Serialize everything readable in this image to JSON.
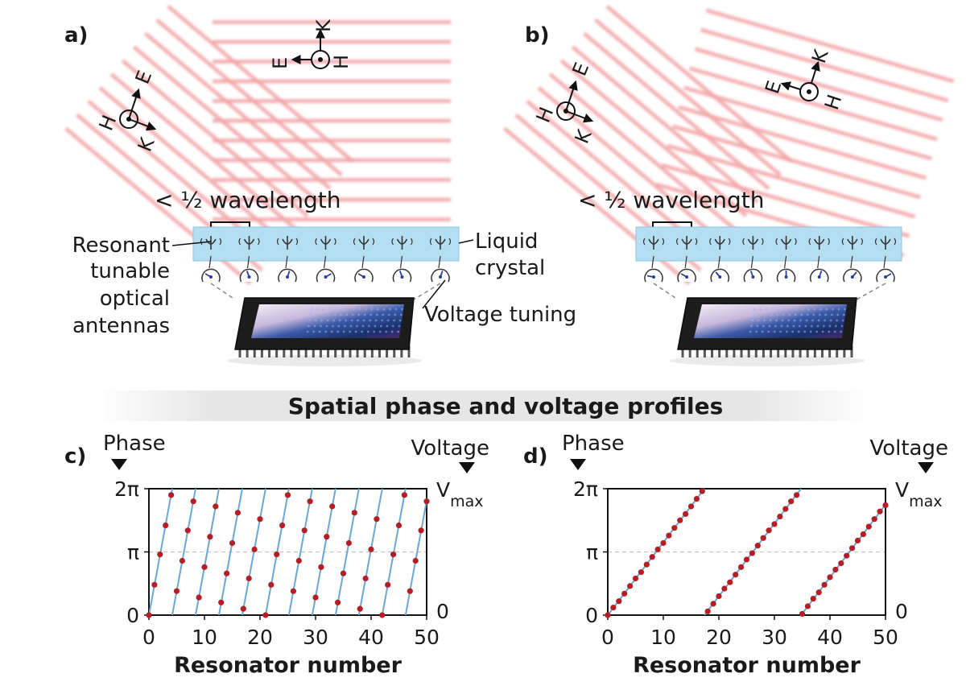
{
  "panels": {
    "a": {
      "label": "a)",
      "wavelength_label": "< ½ wavelength",
      "antenna_label": [
        "Resonant",
        "tunable",
        "optical",
        "antennas"
      ],
      "crystal_label": [
        "Liquid",
        "crystal"
      ],
      "voltage_label": "Voltage tuning",
      "vectors": {
        "e": "E",
        "h": "H",
        "k": "K"
      },
      "antenna_count": 7,
      "chip_pin_count": 24
    },
    "b": {
      "label": "b)",
      "wavelength_label": "< ½ wavelength",
      "vectors": {
        "e": "E",
        "h": "H",
        "k": "K"
      },
      "antenna_count": 8,
      "chip_pin_count": 24
    }
  },
  "banner": {
    "title": "Spatial phase and voltage profiles"
  },
  "colors": {
    "beam": "#f2a5a8",
    "crystal": "#b5def2",
    "line": "#6aa7d6",
    "dot": "#b51e24",
    "grid": "#c4c4c4"
  },
  "chart_data": [
    {
      "type": "line",
      "panel_label": "c)",
      "left_axis_title": "Phase",
      "right_axis_title": "Voltage",
      "xlabel": "Resonator number",
      "x_ticks": [
        0,
        10,
        20,
        30,
        40,
        50
      ],
      "y_ticks": [
        "0",
        "π",
        "2π"
      ],
      "right_ticks": [
        "0",
        "Vmax"
      ],
      "right_max_base": "V",
      "right_max_sub": "max",
      "xlim": [
        0,
        50
      ],
      "ylim_fraction_of_2pi": [
        0,
        1
      ],
      "grid_y": true,
      "period": 4.2,
      "points": [
        {
          "x": 0,
          "y": 0.0
        },
        {
          "x": 1,
          "y": 0.24
        },
        {
          "x": 2,
          "y": 0.48
        },
        {
          "x": 3,
          "y": 0.71
        },
        {
          "x": 4,
          "y": 0.95
        },
        {
          "x": 5,
          "y": 0.19
        },
        {
          "x": 6,
          "y": 0.43
        },
        {
          "x": 7,
          "y": 0.67
        },
        {
          "x": 8,
          "y": 0.9
        },
        {
          "x": 9,
          "y": 0.14
        },
        {
          "x": 10,
          "y": 0.38
        },
        {
          "x": 11,
          "y": 0.62
        },
        {
          "x": 12,
          "y": 0.86
        },
        {
          "x": 13,
          "y": 0.1
        },
        {
          "x": 14,
          "y": 0.33
        },
        {
          "x": 15,
          "y": 0.57
        },
        {
          "x": 16,
          "y": 0.81
        },
        {
          "x": 17,
          "y": 0.05
        },
        {
          "x": 18,
          "y": 0.29
        },
        {
          "x": 19,
          "y": 0.52
        },
        {
          "x": 20,
          "y": 0.76
        },
        {
          "x": 21,
          "y": 0.0
        },
        {
          "x": 22,
          "y": 0.24
        },
        {
          "x": 23,
          "y": 0.48
        },
        {
          "x": 24,
          "y": 0.71
        },
        {
          "x": 25,
          "y": 0.95
        },
        {
          "x": 26,
          "y": 0.19
        },
        {
          "x": 27,
          "y": 0.43
        },
        {
          "x": 28,
          "y": 0.67
        },
        {
          "x": 29,
          "y": 0.9
        },
        {
          "x": 30,
          "y": 0.14
        },
        {
          "x": 31,
          "y": 0.38
        },
        {
          "x": 32,
          "y": 0.62
        },
        {
          "x": 33,
          "y": 0.86
        },
        {
          "x": 34,
          "y": 0.1
        },
        {
          "x": 35,
          "y": 0.33
        },
        {
          "x": 36,
          "y": 0.57
        },
        {
          "x": 37,
          "y": 0.81
        },
        {
          "x": 38,
          "y": 0.05
        },
        {
          "x": 39,
          "y": 0.29
        },
        {
          "x": 40,
          "y": 0.52
        },
        {
          "x": 41,
          "y": 0.76
        },
        {
          "x": 42,
          "y": 0.0
        },
        {
          "x": 43,
          "y": 0.24
        },
        {
          "x": 44,
          "y": 0.48
        },
        {
          "x": 45,
          "y": 0.71
        },
        {
          "x": 46,
          "y": 0.95
        },
        {
          "x": 47,
          "y": 0.19
        },
        {
          "x": 48,
          "y": 0.43
        },
        {
          "x": 49,
          "y": 0.67
        },
        {
          "x": 50,
          "y": 0.9
        }
      ]
    },
    {
      "type": "line",
      "panel_label": "d)",
      "left_axis_title": "Phase",
      "right_axis_title": "Voltage",
      "xlabel": "Resonator number",
      "x_ticks": [
        0,
        10,
        20,
        30,
        40,
        50
      ],
      "y_ticks": [
        "0",
        "π",
        "2π"
      ],
      "right_ticks": [
        "0",
        "Vmax"
      ],
      "right_max_base": "V",
      "right_max_sub": "max",
      "xlim": [
        0,
        50
      ],
      "ylim_fraction_of_2pi": [
        0,
        1
      ],
      "grid_y": true,
      "period": 17.4,
      "points": [
        {
          "x": 0,
          "y": 0.0
        },
        {
          "x": 1,
          "y": 0.06
        },
        {
          "x": 2,
          "y": 0.11
        },
        {
          "x": 3,
          "y": 0.17
        },
        {
          "x": 4,
          "y": 0.23
        },
        {
          "x": 5,
          "y": 0.29
        },
        {
          "x": 6,
          "y": 0.34
        },
        {
          "x": 7,
          "y": 0.4
        },
        {
          "x": 8,
          "y": 0.46
        },
        {
          "x": 9,
          "y": 0.52
        },
        {
          "x": 10,
          "y": 0.57
        },
        {
          "x": 11,
          "y": 0.63
        },
        {
          "x": 12,
          "y": 0.69
        },
        {
          "x": 13,
          "y": 0.75
        },
        {
          "x": 14,
          "y": 0.8
        },
        {
          "x": 15,
          "y": 0.86
        },
        {
          "x": 16,
          "y": 0.92
        },
        {
          "x": 17,
          "y": 0.98
        },
        {
          "x": 18,
          "y": 0.03
        },
        {
          "x": 19,
          "y": 0.09
        },
        {
          "x": 20,
          "y": 0.15
        },
        {
          "x": 21,
          "y": 0.21
        },
        {
          "x": 22,
          "y": 0.26
        },
        {
          "x": 23,
          "y": 0.32
        },
        {
          "x": 24,
          "y": 0.38
        },
        {
          "x": 25,
          "y": 0.44
        },
        {
          "x": 26,
          "y": 0.49
        },
        {
          "x": 27,
          "y": 0.55
        },
        {
          "x": 28,
          "y": 0.61
        },
        {
          "x": 29,
          "y": 0.67
        },
        {
          "x": 30,
          "y": 0.72
        },
        {
          "x": 31,
          "y": 0.78
        },
        {
          "x": 32,
          "y": 0.84
        },
        {
          "x": 33,
          "y": 0.9
        },
        {
          "x": 34,
          "y": 0.95
        },
        {
          "x": 35,
          "y": 0.01
        },
        {
          "x": 36,
          "y": 0.07
        },
        {
          "x": 37,
          "y": 0.13
        },
        {
          "x": 38,
          "y": 0.18
        },
        {
          "x": 39,
          "y": 0.24
        },
        {
          "x": 40,
          "y": 0.3
        },
        {
          "x": 41,
          "y": 0.36
        },
        {
          "x": 42,
          "y": 0.41
        },
        {
          "x": 43,
          "y": 0.47
        },
        {
          "x": 44,
          "y": 0.53
        },
        {
          "x": 45,
          "y": 0.59
        },
        {
          "x": 46,
          "y": 0.64
        },
        {
          "x": 47,
          "y": 0.7
        },
        {
          "x": 48,
          "y": 0.76
        },
        {
          "x": 49,
          "y": 0.82
        },
        {
          "x": 50,
          "y": 0.87
        }
      ]
    }
  ]
}
